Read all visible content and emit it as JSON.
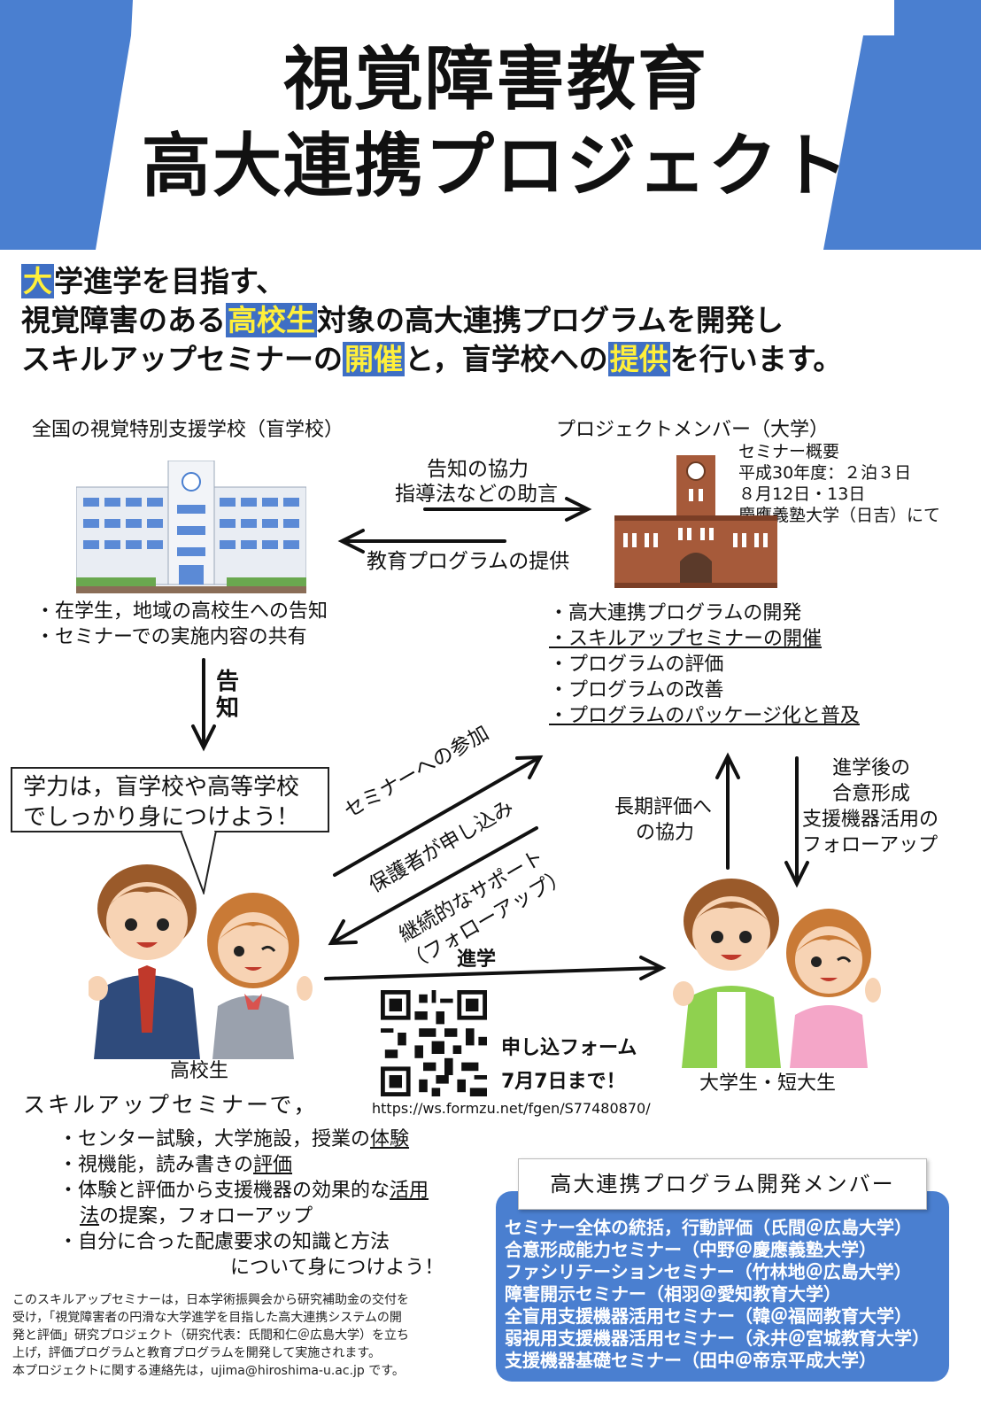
{
  "header": {
    "title_line1": "視覚障害教育",
    "title_line2": "高大連携プロジェクト"
  },
  "intro": {
    "line1_hl": "大",
    "line1_rest": "学進学を目指す、",
    "line2_a": "視覚障害のある",
    "line2_hl": "高校生",
    "line2_b": "対象の高大連携プログラムを開発し",
    "line3_a": "スキルアップセミナーの",
    "line3_hl1": "開催",
    "line3_b": "と，盲学校への",
    "line3_hl2": "提供",
    "line3_c": "を行います。"
  },
  "school": {
    "heading": "全国の視覚特別支援学校（盲学校）",
    "items": [
      "・在学生，地域の高校生への告知",
      "・セミナーでの実施内容の共有"
    ]
  },
  "university": {
    "heading": "プロジェクトメンバー（大学）",
    "seminar_title": "セミナー概要",
    "seminar_lines": [
      "平成30年度：２泊３日",
      "８月12日・13日",
      "慶應義塾大学（日吉）にて"
    ],
    "items": [
      "・高大連携プログラムの開発",
      "・スキルアップセミナーの開催",
      "・プログラムの評価",
      "・プログラムの改善",
      "・プログラムのパッケージ化と普及"
    ]
  },
  "arrows": {
    "to_univ_1": "告知の協力",
    "to_univ_2": "指導法などの助言",
    "to_school": "教育プログラムの提供",
    "notice_1": "告",
    "notice_2": "知",
    "participate_1": "セミナーへの参加",
    "participate_2": "保護者が申し込み",
    "support_1": "継続的なサポート",
    "support_2": "（フォローアップ）",
    "advance": "進学",
    "long_eval_1": "長期評価へ",
    "long_eval_2": "の協力",
    "after_1": "進学後の",
    "after_2": "合意形成",
    "after_3": "支援機器活用の",
    "after_4": "フォローアップ"
  },
  "bubble": {
    "line1": "学力は，盲学校や高等学校",
    "line2": "でしっかり身につけよう！"
  },
  "students": {
    "high_school": "高校生",
    "college": "大学生・短大生"
  },
  "form": {
    "label": "申し込フォーム",
    "deadline": "7月7日まで！",
    "url": "https://ws.formzu.net/fgen/S77480870/"
  },
  "seminar_points": {
    "lead": "スキルアップセミナーで，",
    "p1a": "・センター試験，大学施設，授業の",
    "p1b": "体験",
    "p2a": "・視機能，読み書きの",
    "p2b": "評価",
    "p3a": "・体験と評価から支援機器の効果的な",
    "p3b": "活用",
    "p3c": "法",
    "p3d": "の提案，フォローアップ",
    "p4a": "・自分に合った配慮要求の知識と方法",
    "p4b": "について身につけよう！"
  },
  "members": {
    "title": "高大連携プログラム開発メンバー",
    "list": [
      "セミナー全体の統括，行動評価（氏間＠広島大学）",
      "合意形成能力セミナー（中野＠慶應義塾大学）",
      "ファシリテーションセミナー（竹林地＠広島大学）",
      "障害開示セミナー（相羽＠愛知教育大学）",
      "全盲用支援機器活用セミナー（韓＠福岡教育大学）",
      "弱視用支援機器活用セミナー（永井＠宮城教育大学）",
      "支援機器基礎セミナー（田中＠帝京平成大学）"
    ]
  },
  "footnote": {
    "l1": "このスキルアップセミナーは，日本学術振興会から研究補助金の交付を",
    "l2": "受け，「視覚障害者の円滑な大学進学を目指した高大連携システムの開",
    "l3": "発と評価」研究プロジェクト（研究代表：氏間和仁＠広島大学）を立ち",
    "l4": "上げ，評価プログラムと教育プログラムを開発して実施されます。",
    "l5": "本プロジェクトに関する連絡先は，ujima@hiroshima-u.ac.jp です。"
  },
  "colors": {
    "brand_blue": "#4a7fd0",
    "highlight_yellow": "#ffef3a"
  }
}
